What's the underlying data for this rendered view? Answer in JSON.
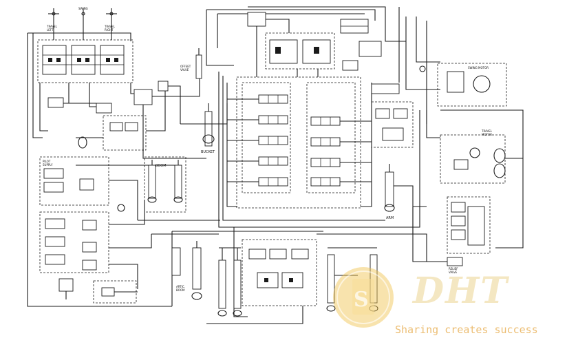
{
  "labels": {
    "top_left": "TRAVEL\nLEFT",
    "top_mid": "SWING",
    "top_right": "TRAVEL\nRIGHT",
    "bucket": "BUCKET",
    "boom": "BOOM",
    "arm": "ARM",
    "offset_valve": "OFFSET\nVALVE",
    "swing_motor": "SWING MOTOR",
    "travel_motor": "TRAVEL\nMOTOR",
    "pilot_supply": "PILOT\nSUPPLY",
    "arctic_boom": "ARTIC.\nBOOM",
    "relief_valve": "RELIEF\nVALVE"
  },
  "watermark": {
    "brand": "DHT",
    "tagline": "Sharing creates success",
    "color": "#e9a53a"
  }
}
